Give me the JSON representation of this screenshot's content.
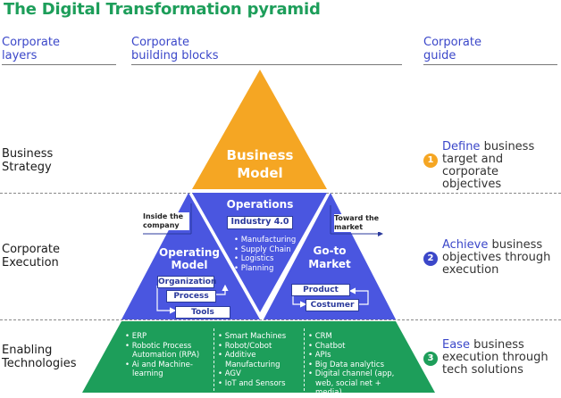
{
  "title": "The Digital Transformation pyramid",
  "columns": {
    "layers": [
      "Corporate",
      "layers"
    ],
    "blocks": [
      "Corporate",
      "building blocks"
    ],
    "guide": [
      "Corporate",
      "guide"
    ]
  },
  "layers": {
    "strategy": [
      "Business",
      "Strategy"
    ],
    "execution": [
      "Corporate",
      "Execution"
    ],
    "technologies": [
      "Enabling",
      "Technologies"
    ]
  },
  "pyramid": {
    "business_model": [
      "Business",
      "Model"
    ],
    "operations": {
      "title": "Operations",
      "tag": "Industry 4.0",
      "items": [
        "Manufacturing",
        "Supply Chain",
        "Logistics",
        "Planning"
      ]
    },
    "operating_model": {
      "title": [
        "Operating",
        "Model"
      ],
      "boxes": [
        "Organization",
        "Process",
        "Tools"
      ]
    },
    "go_to_market": {
      "title": [
        "Go-to",
        "Market"
      ],
      "boxes": [
        "Product",
        "Costumer"
      ]
    },
    "inside_label": [
      "Inside the",
      "company"
    ],
    "toward_label": [
      "Toward the",
      "market"
    ]
  },
  "technologies": {
    "col1": [
      "ERP",
      "Robotic Process Automation (RPA)",
      "Ai and Machine-learning"
    ],
    "col2": [
      "Smart Machines",
      "Robot/Cobot",
      "Additive Manufacturing",
      "AGV",
      "IoT and Sensors"
    ],
    "col3": [
      "CRM",
      "Chatbot",
      "APIs",
      "Big Data analytics",
      "Digital channel (app, web, social net + media)"
    ]
  },
  "guide": [
    {
      "num": "1",
      "keyword": "Define",
      "rest": " business",
      "lines": [
        "target and",
        "corporate objectives"
      ],
      "color": "#f5a623"
    },
    {
      "num": "2",
      "keyword": "Achieve",
      "rest": " business",
      "lines": [
        "objectives through",
        "execution"
      ],
      "color": "#3b47c9"
    },
    {
      "num": "3",
      "keyword": "Ease",
      "rest": " business",
      "lines": [
        "execution through",
        "tech solutions"
      ],
      "color": "#1d9e5a"
    }
  ],
  "colors": {
    "orange": "#f5a623",
    "blue": "#4a56e0",
    "green": "#1d9e5a",
    "title_green": "#1d9e5a",
    "accent_blue": "#3b47c9"
  }
}
